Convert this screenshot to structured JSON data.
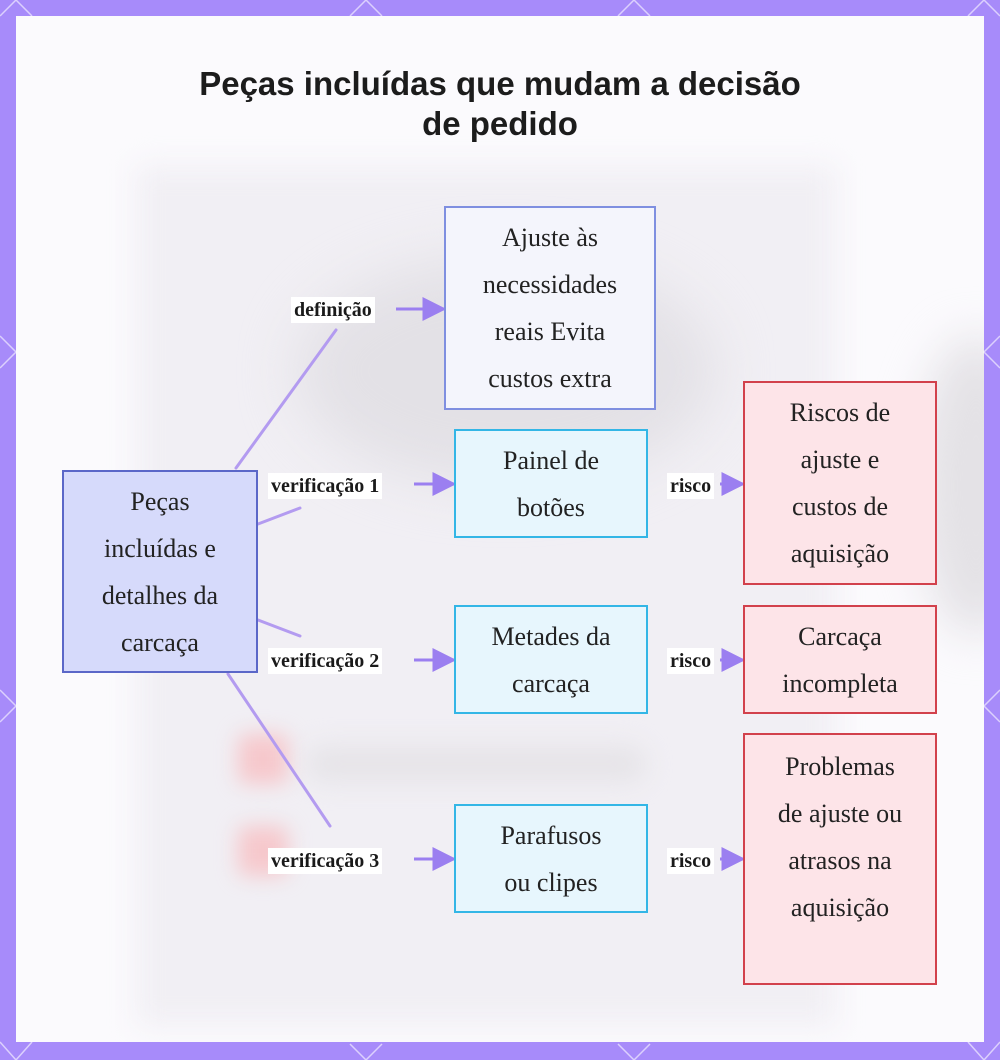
{
  "title_lines": [
    "Peças incluídas que mudam a decisão",
    "de pedido"
  ],
  "colors": {
    "frame": "#a78bfa",
    "background": "#fbfafd",
    "edge": "#b39bf0",
    "arrow_head": "#9b7ff0",
    "root_fill": "#d6dafb",
    "root_border": "#5b67c8",
    "def_fill": "#f4f5fc",
    "def_border": "#7f8fe0",
    "check_fill": "#e7f6fd",
    "check_border": "#33b6e6",
    "risk_fill": "#fde4e8",
    "risk_border": "#d2414c"
  },
  "nodes": {
    "root": {
      "lines": [
        "Peças",
        "incluídas e",
        "detalhes da",
        "carcaça"
      ]
    },
    "definition": {
      "lines": [
        "Ajuste às",
        "necessidades",
        "reais Evita",
        "custos extra"
      ]
    },
    "check1": {
      "lines": [
        "Painel de",
        "botões"
      ]
    },
    "check2": {
      "lines": [
        "Metades da",
        "carcaça"
      ]
    },
    "check3": {
      "lines": [
        "Parafusos",
        "ou clipes"
      ]
    },
    "risk1": {
      "lines": [
        "Riscos de",
        "ajuste e",
        "custos de",
        "aquisição"
      ]
    },
    "risk2": {
      "lines": [
        "Carcaça",
        "incompleta"
      ]
    },
    "risk3": {
      "lines": [
        "Problemas",
        "de ajuste ou",
        "atrasos na",
        "aquisição"
      ]
    }
  },
  "edge_labels": {
    "definition": "definição",
    "check1": "verificação 1",
    "check2": "verificação 2",
    "check3": "verificação 3",
    "risk1": "risco",
    "risk2": "risco",
    "risk3": "risco"
  }
}
